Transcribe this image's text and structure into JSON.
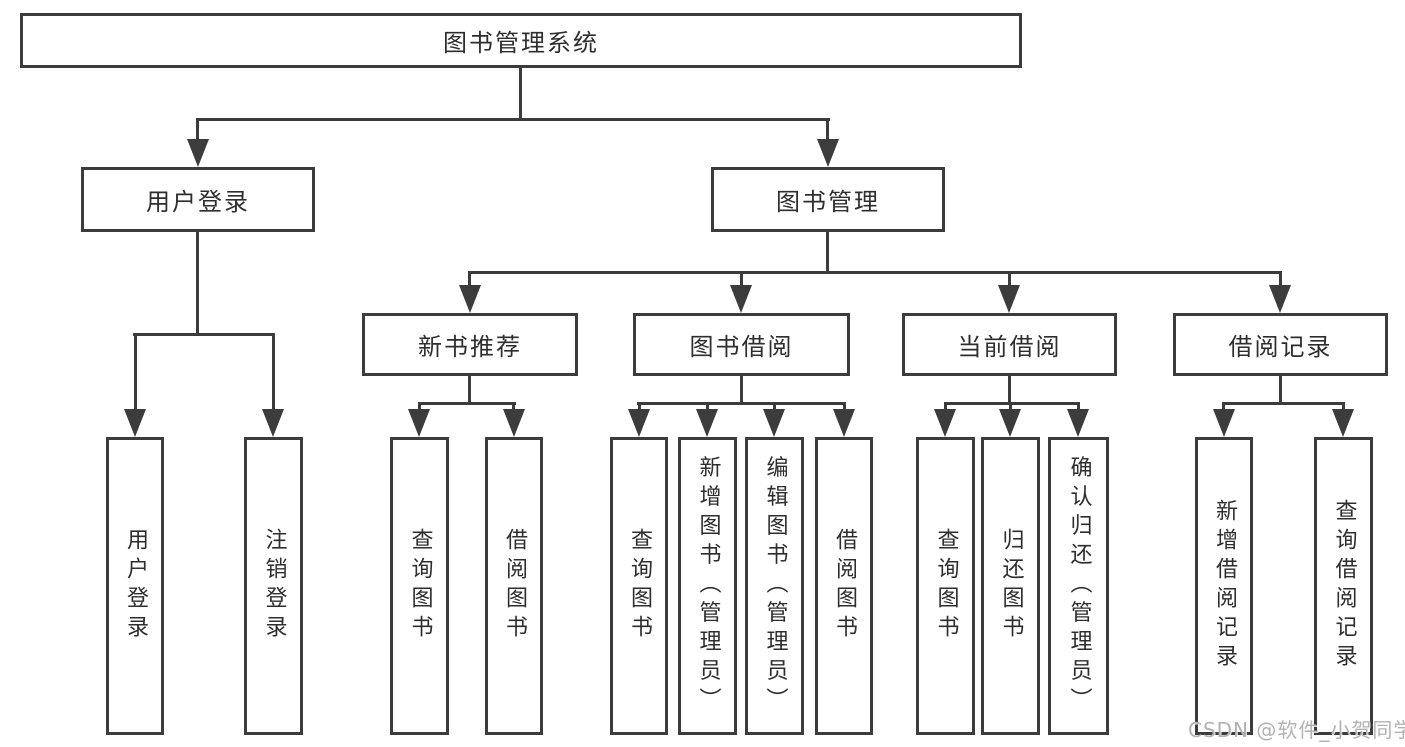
{
  "tree": {
    "label": "图书管理系统",
    "children": [
      {
        "label": "用户登录",
        "children": [
          {
            "label": "用户登录"
          },
          {
            "label": "注销登录"
          }
        ]
      },
      {
        "label": "图书管理",
        "children": [
          {
            "label": "新书推荐",
            "children": [
              {
                "label": "查询图书"
              },
              {
                "label": "借阅图书"
              }
            ]
          },
          {
            "label": "图书借阅",
            "children": [
              {
                "label": "查询图书"
              },
              {
                "label": "新增图书（管理员）"
              },
              {
                "label": "编辑图书（管理员）"
              },
              {
                "label": "借阅图书"
              }
            ]
          },
          {
            "label": "当前借阅",
            "children": [
              {
                "label": "查询图书"
              },
              {
                "label": "归还图书"
              },
              {
                "label": "确认归还（管理员）"
              }
            ]
          },
          {
            "label": "借阅记录",
            "children": [
              {
                "label": "新增借阅记录"
              },
              {
                "label": "查询借阅记录"
              }
            ]
          }
        ]
      }
    ]
  },
  "watermark": {
    "text": "CSDN @软件_小贺同学"
  },
  "colors": {
    "line": "#3c3c3c",
    "box_border": "#3c3c3c",
    "text": "#2e2e2e",
    "watermark": "#b2b2b2",
    "background": "#ffffff"
  }
}
